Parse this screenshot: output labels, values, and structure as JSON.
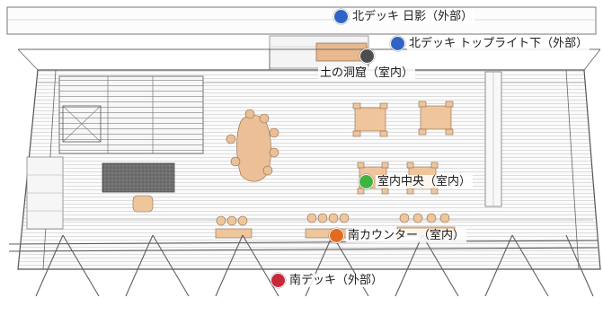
{
  "markers": [
    {
      "id": "north-deck-shade",
      "label": "北デッキ 日影（外部）",
      "color": "#2f63c6"
    },
    {
      "id": "north-deck-toplight",
      "label": "北デッキ トップライト下（外部）",
      "color": "#2f63c6"
    },
    {
      "id": "earth-cave",
      "label": "土の洞窟（室内）",
      "color": "#4d4d4d"
    },
    {
      "id": "room-center",
      "label": "室内中央（室内）",
      "color": "#3fb43f"
    },
    {
      "id": "south-counter",
      "label": "南カウンター（室内）",
      "color": "#e36a1e"
    },
    {
      "id": "south-deck",
      "label": "南デッキ（外部）",
      "color": "#c8283a"
    }
  ]
}
